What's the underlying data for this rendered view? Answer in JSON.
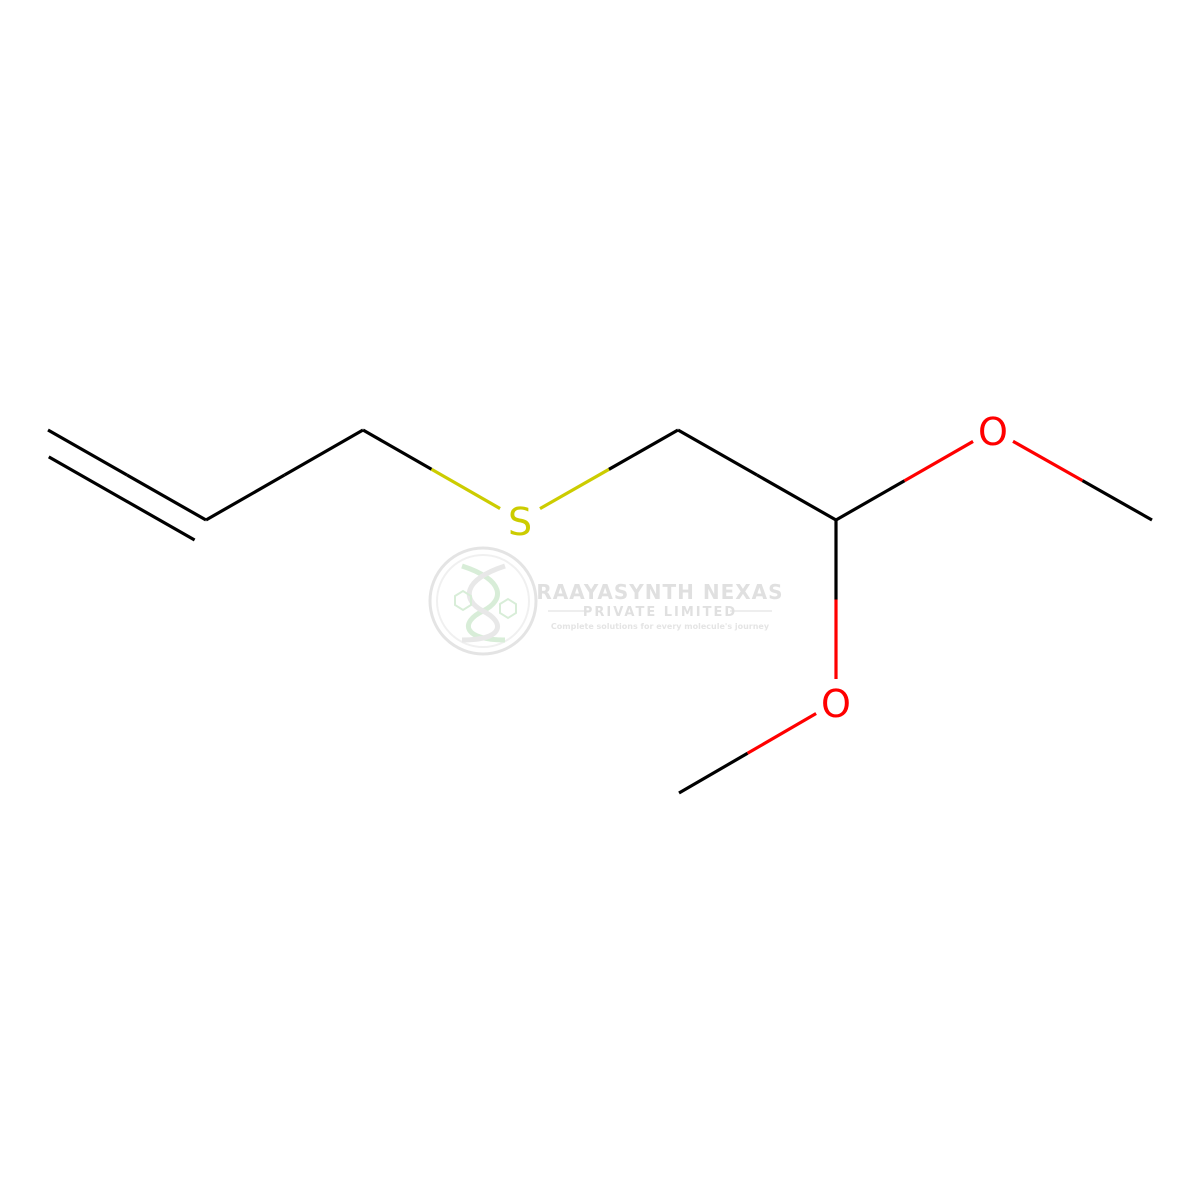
{
  "molecule": {
    "atoms": [
      {
        "id": "c1",
        "element": "C",
        "label": ""
      },
      {
        "id": "c2",
        "element": "C",
        "label": ""
      },
      {
        "id": "c3",
        "element": "C",
        "label": ""
      },
      {
        "id": "s1",
        "element": "S",
        "label": "S"
      },
      {
        "id": "c4",
        "element": "C",
        "label": ""
      },
      {
        "id": "c5",
        "element": "C",
        "label": ""
      },
      {
        "id": "o1",
        "element": "O",
        "label": "O"
      },
      {
        "id": "c6",
        "element": "C",
        "label": ""
      },
      {
        "id": "o2",
        "element": "O",
        "label": "O"
      },
      {
        "id": "c7",
        "element": "C",
        "label": ""
      }
    ],
    "bonds": [
      {
        "from": "c1",
        "to": "c2",
        "order": 2
      },
      {
        "from": "c2",
        "to": "c3",
        "order": 1
      },
      {
        "from": "c3",
        "to": "s1",
        "order": 1
      },
      {
        "from": "s1",
        "to": "c4",
        "order": 1
      },
      {
        "from": "c4",
        "to": "c5",
        "order": 1
      },
      {
        "from": "c5",
        "to": "o1",
        "order": 1
      },
      {
        "from": "o1",
        "to": "c6",
        "order": 1
      },
      {
        "from": "c5",
        "to": "o2",
        "order": 1
      },
      {
        "from": "o2",
        "to": "c7",
        "order": 1
      }
    ],
    "element_colors": {
      "C": "#000000",
      "S": "#cccc00",
      "O": "#ff0000"
    }
  },
  "watermark": {
    "title": "RAAYASYNTH NEXAS",
    "subtitle": "PRIVATE LIMITED",
    "tagline": "Complete solutions for every molecule's journey",
    "color": "#c8c8c8",
    "accent": "#b9e0b9"
  }
}
